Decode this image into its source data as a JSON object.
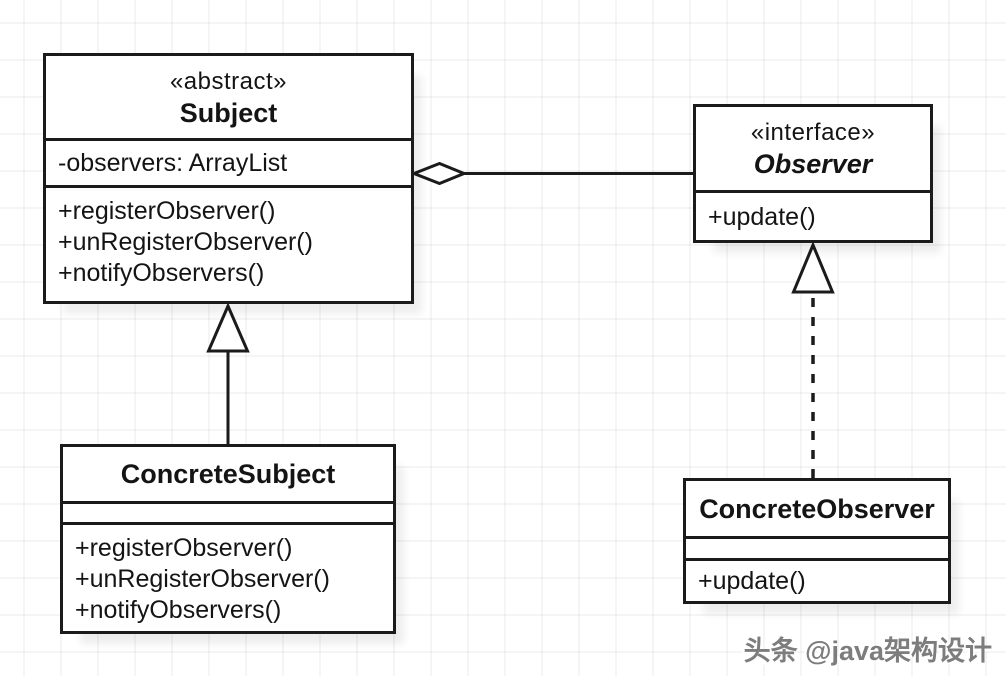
{
  "classes": {
    "subject": {
      "stereotype": "«abstract»",
      "name": "Subject",
      "attributes": [
        "-observers: ArrayList"
      ],
      "methods": [
        "+registerObserver()",
        "+unRegisterObserver()",
        "+notifyObservers()"
      ]
    },
    "observer": {
      "stereotype": "«interface»",
      "name": "Observer",
      "methods": [
        "+update()"
      ]
    },
    "concrete_subject": {
      "name": "ConcreteSubject",
      "attributes": [],
      "methods": [
        "+registerObserver()",
        "+unRegisterObserver()",
        "+notifyObservers()"
      ]
    },
    "concrete_observer": {
      "name": "ConcreteObserver",
      "attributes": [],
      "methods": [
        "+update()"
      ]
    }
  },
  "relations": [
    {
      "type": "aggregation",
      "whole": "Subject",
      "part": "Observer",
      "line": "solid",
      "marker": "hollow-diamond-at-subject-end"
    },
    {
      "type": "generalization",
      "child": "ConcreteSubject",
      "parent": "Subject",
      "line": "solid",
      "marker": "hollow-triangle-at-subject"
    },
    {
      "type": "realization",
      "implementor": "ConcreteObserver",
      "interface": "Observer",
      "line": "dashed",
      "marker": "hollow-triangle-at-observer"
    }
  ],
  "watermark": {
    "text": "头条 @java架构设计"
  },
  "colors": {
    "stroke": "#1b1b1b",
    "box_fill": "#ffffff",
    "text": "#141414",
    "watermark": "#7d7d7d",
    "grid_line": "rgba(0,0,0,0.04)"
  }
}
